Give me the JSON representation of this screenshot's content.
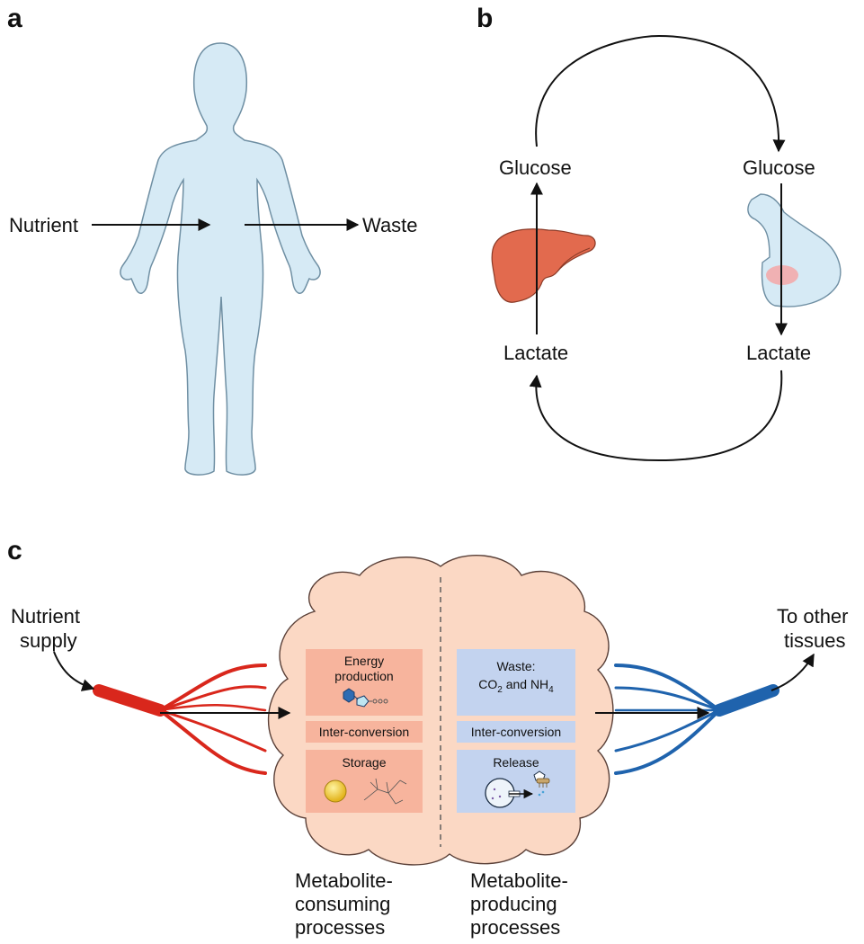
{
  "panels": {
    "a": "a",
    "b": "b",
    "c": "c"
  },
  "panel_a": {
    "input_label": "Nutrient",
    "output_label": "Waste"
  },
  "panel_b": {
    "liver_top": "Glucose",
    "liver_bottom": "Lactate",
    "muscle_top": "Glucose",
    "muscle_bottom": "Lactate"
  },
  "panel_c": {
    "supply_line1": "Nutrient",
    "supply_line2": "supply",
    "out_line1": "To other",
    "out_line2": "tissues",
    "consuming": {
      "energy_line1": "Energy",
      "energy_line2": "production",
      "interconversion": "Inter-conversion",
      "storage": "Storage",
      "caption": [
        "Metabolite-",
        "consuming",
        "processes"
      ]
    },
    "producing": {
      "waste_line1": "Waste:",
      "waste_co2": "CO",
      "waste_co2_sub": "2",
      "waste_and": " and NH",
      "waste_nh4_sub": "4",
      "interconversion": "Inter-conversion",
      "release": "Release",
      "caption": [
        "Metabolite-",
        "producing",
        "processes"
      ]
    }
  },
  "colors": {
    "body": "#d6eaf5",
    "organ": "#e26a4e",
    "cloud": "#fbd8c4",
    "consume_box": "#f7b49d",
    "produce_box": "#c3d3ef",
    "artery": "#d9271c",
    "vein": "#1f63ad"
  }
}
